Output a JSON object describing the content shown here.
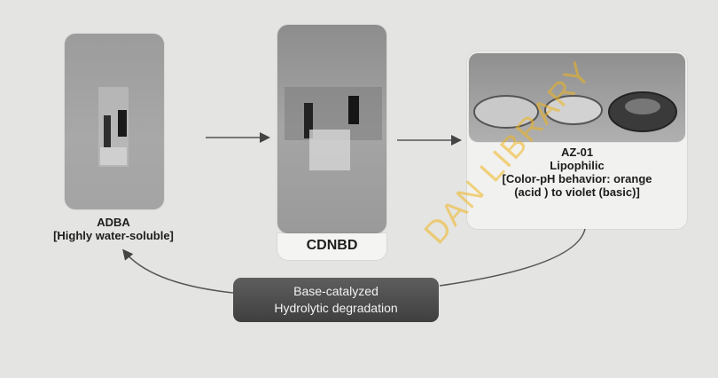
{
  "compounds": [
    {
      "name": "ADBA",
      "note": "[Highly water-soluble]"
    },
    {
      "name": "CDNBD"
    },
    {
      "name": "AZ-01",
      "line2": "Lipophilic",
      "line3": "[Color-pH behavior: orange",
      "line4": "(acid ) to violet (basic)]"
    }
  ],
  "process": {
    "line1": "Base-catalyzed",
    "line2": "Hydrolytic degradation"
  },
  "watermark": "DAN LIBRARY",
  "colors": {
    "background": "#e4e4e2",
    "process_box": "#4a4a4a",
    "watermark": "#f0b41e"
  }
}
